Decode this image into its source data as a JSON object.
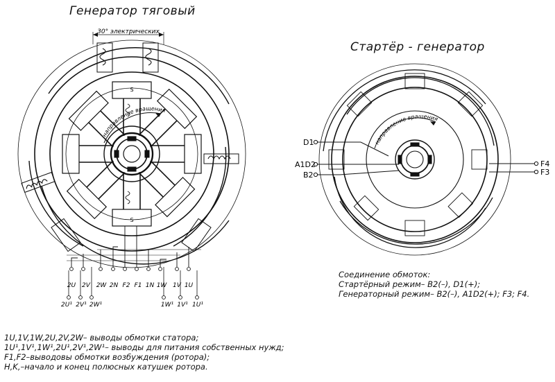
{
  "traction_generator": {
    "title": "Генератор тяговый",
    "angle_note": "30° электрических",
    "rotation_label": "направление вращения",
    "pole_top": "S",
    "pole_bottom": "S",
    "terminals_top": [
      "2U",
      "2V",
      "2W",
      "2N",
      "F2",
      "F1",
      "1N",
      "1W",
      "1V",
      "1U"
    ],
    "terminals_bottom": [
      "2U¹",
      "2V¹",
      "2W¹",
      "1W¹",
      "1V¹",
      "1U¹"
    ]
  },
  "starter_generator": {
    "title": "Стартёр - генератор",
    "rotation_label": "направление вращения",
    "left_terminals": [
      "D1",
      "A1D2",
      "B2"
    ],
    "right_terminals": [
      "F4",
      "F3"
    ]
  },
  "connection_notes": {
    "header": "Соединение обмоток:",
    "starter_mode": "Стартёрный режим– B2(–), D1(+);",
    "generator_mode": "Генераторный режим– B2(–), A1D2(+); F3; F4."
  },
  "legend": {
    "line1": "1U,1V,1W,2U,2V,2W– выводы обмотки статора;",
    "line2": "1U¹,1V¹,1W¹,2U¹,2V¹,2W¹– выводы для питания собственных нужд;",
    "line3": "F1,F2–выводовы обмотки возбуждения (ротора);",
    "line4": "H,K,–начало и конец полюсных катушек ротора."
  }
}
